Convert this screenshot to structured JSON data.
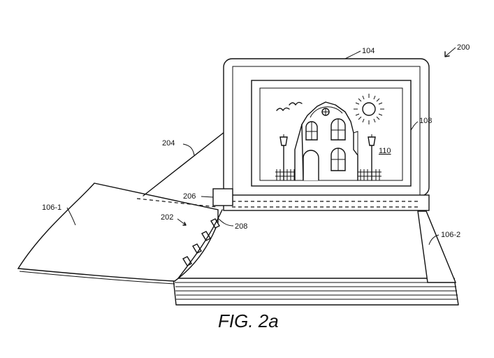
{
  "figure": {
    "caption": "FIG. 2a",
    "labels": {
      "device": "200",
      "frame": "104",
      "bezel": "108",
      "screen_content": "110",
      "hinge": "202",
      "support_arm": "204",
      "connector": "206",
      "clip": "208",
      "left_cover": "106-1",
      "right_cover": "106-2"
    }
  }
}
